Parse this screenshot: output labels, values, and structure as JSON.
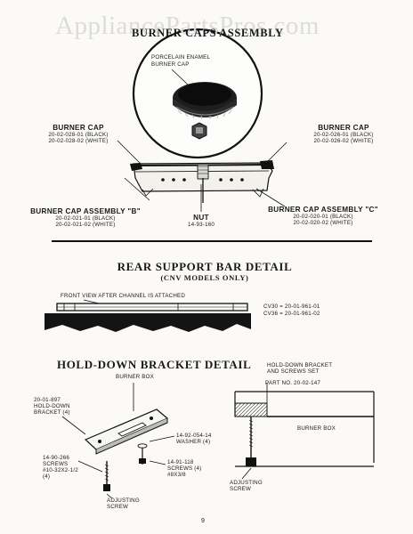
{
  "watermark": "AppliancePartsPros.com",
  "section1": {
    "title": "BURNER CAPS ASSEMBLY",
    "porcelain_line1": "PORCELAIN ENAMEL",
    "porcelain_line2": "BURNER CAP",
    "left_cap": {
      "title": "BURNER CAP",
      "line1": "20-02-028-01 (BLACK)",
      "line2": "20-02-028-02 (WHITE)"
    },
    "right_cap": {
      "title": "BURNER CAP",
      "line1": "20-02-026-01 (BLACK)",
      "line2": "20-02-026-02 (WHITE)"
    },
    "assembly_b": {
      "title": "BURNER CAP ASSEMBLY \"B\"",
      "line1": "20-02-021-01 (BLACK)",
      "line2": "20-02-021-02 (WHITE)"
    },
    "nut": {
      "title": "NUT",
      "part": "14-93-160"
    },
    "assembly_c": {
      "title": "BURNER CAP ASSEMBLY \"C\"",
      "line1": "20-02-020-01 (BLACK)",
      "line2": "20-02-020-02 (WHITE)"
    }
  },
  "section2": {
    "title": "REAR SUPPORT BAR DETAIL",
    "subtitle": "(CNV MODELS ONLY)",
    "front_view": "FRONT VIEW AFTER CHANNEL IS ATTACHED",
    "cv30": "CV30 = 20-01-961-01",
    "cv36": "CV36 = 20-01-961-02"
  },
  "section3": {
    "title": "HOLD-DOWN BRACKET DETAIL",
    "burner_box": "BURNER BOX",
    "bracket": {
      "part": "20-01-897",
      "line1": "HOLD-DOWN",
      "line2": "BRACKET (4)"
    },
    "washer": {
      "part": "14-92-054-14",
      "label": "WASHER (4)"
    },
    "screws_left": {
      "part": "14-90-266",
      "line1": "SCREWS",
      "line2": "#10-32x2-1/2",
      "line3": "(4)"
    },
    "screws_right": {
      "part": "14-91-118",
      "line1": "SCREWS (4)",
      "line2": "#8x3/8"
    },
    "adjusting_left": {
      "line1": "ADJUSTING",
      "line2": "SCREW"
    },
    "kit": {
      "line1": "HOLD-DOWN BRACKET",
      "line2": "AND SCREWS SET",
      "part": "PART NO. 20-02-147"
    },
    "burner_box_right": "BURNER BOX",
    "adjusting_right": {
      "line1": "ADJUSTING",
      "line2": "SCREW"
    }
  },
  "page_number": "9"
}
